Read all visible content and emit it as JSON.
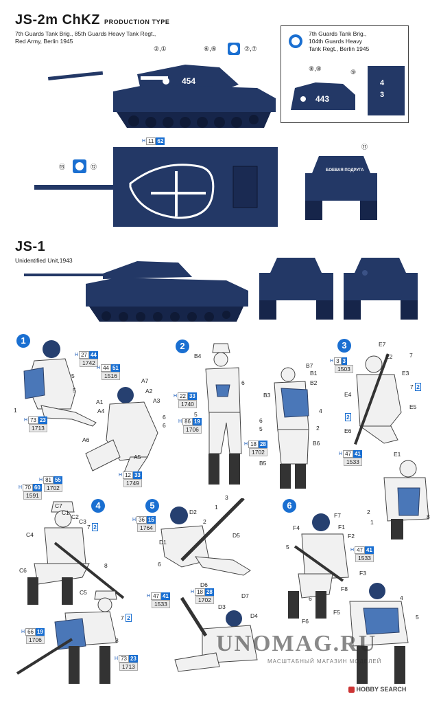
{
  "js2m": {
    "title": "JS-2m ChKZ",
    "subtitle": "PRODUCTION TYPE",
    "caption": [
      "7th Guards Tank Brig., 85th Guards Heavy Tank Regt.,",
      "Red Army, Berlin 1945"
    ],
    "turret_number": "454",
    "callouts_side": [
      "②,①",
      "⑥,⑥",
      "⑦,⑦"
    ],
    "paint_top": {
      "h": "H",
      "n1": "11",
      "n2": "62"
    },
    "callouts_top": [
      "⑬",
      "⑫"
    ],
    "callout_front": "⑪",
    "front_slogan": "БОЕВАЯ ПОДРУГА",
    "inset": {
      "caption": [
        "7th Guards Tank Brig.,",
        "104th Guards Heavy",
        "Tank Regt., Berlin 1945"
      ],
      "turret_number": "443",
      "callouts": [
        "⑧,⑧",
        "⑨"
      ],
      "panel_digits": [
        "4",
        "3"
      ]
    }
  },
  "js1": {
    "title": "JS-1",
    "caption": "Unidentified Unit,1943"
  },
  "figures": {
    "numbers": [
      "1",
      "2",
      "3",
      "4",
      "5",
      "6"
    ],
    "paints": [
      {
        "id": "p1",
        "h": "H",
        "n1": "27",
        "n2": "44",
        "code": "1742"
      },
      {
        "id": "p2",
        "h": "H",
        "n1": "44",
        "n2": "51",
        "code": "1516"
      },
      {
        "id": "p3",
        "h": "H",
        "n1": "73",
        "n2": "23",
        "code": "1713"
      },
      {
        "id": "p4",
        "h": "H",
        "n1": "12",
        "n2": "33",
        "code": "1749"
      },
      {
        "id": "p5",
        "h": "H",
        "n1": "22",
        "n2": "33",
        "code": "1740"
      },
      {
        "id": "p6",
        "h": "H",
        "n1": "86",
        "n2": "19",
        "code": "1706"
      },
      {
        "id": "p7",
        "h": "H",
        "n1": "18",
        "n2": "28",
        "code": "1702"
      },
      {
        "id": "p8",
        "h": "H",
        "n1": "3",
        "n2": "3",
        "code": "1503"
      },
      {
        "id": "p9",
        "h": "H",
        "n1": "47",
        "n2": "41",
        "code": "1533"
      },
      {
        "id": "p10",
        "h": "H",
        "n1": "81",
        "n2": "55",
        "code": "1702"
      },
      {
        "id": "p11",
        "h": "H",
        "n1": "70",
        "n2": "60",
        "code": "1591"
      },
      {
        "id": "p12",
        "h": "H",
        "n1": "66",
        "n2": "19",
        "code": "1706"
      },
      {
        "id": "p13",
        "h": "H",
        "n1": "73",
        "n2": "23",
        "code": "1713"
      },
      {
        "id": "p14",
        "h": "H",
        "n1": "36",
        "n2": "15",
        "code": "1764"
      },
      {
        "id": "p15",
        "h": "H",
        "n1": "47",
        "n2": "41",
        "code": "1533"
      },
      {
        "id": "p16",
        "h": "H",
        "n1": "18",
        "n2": "28",
        "code": "1702"
      },
      {
        "id": "p17",
        "h": "H",
        "n1": "47",
        "n2": "41",
        "code": "1533"
      }
    ],
    "markers": {
      "seven_two": "7",
      "two": "2"
    }
  },
  "watermark": {
    "main": "UNOMAG.RU",
    "sub": "МАСШТАБНЫЙ МАГАЗИН МОДЕЛЕЙ",
    "hobby": "HOBBY SEARCH"
  },
  "colors": {
    "tank_blue": "#233866",
    "accent_blue": "#1a6fd1"
  }
}
